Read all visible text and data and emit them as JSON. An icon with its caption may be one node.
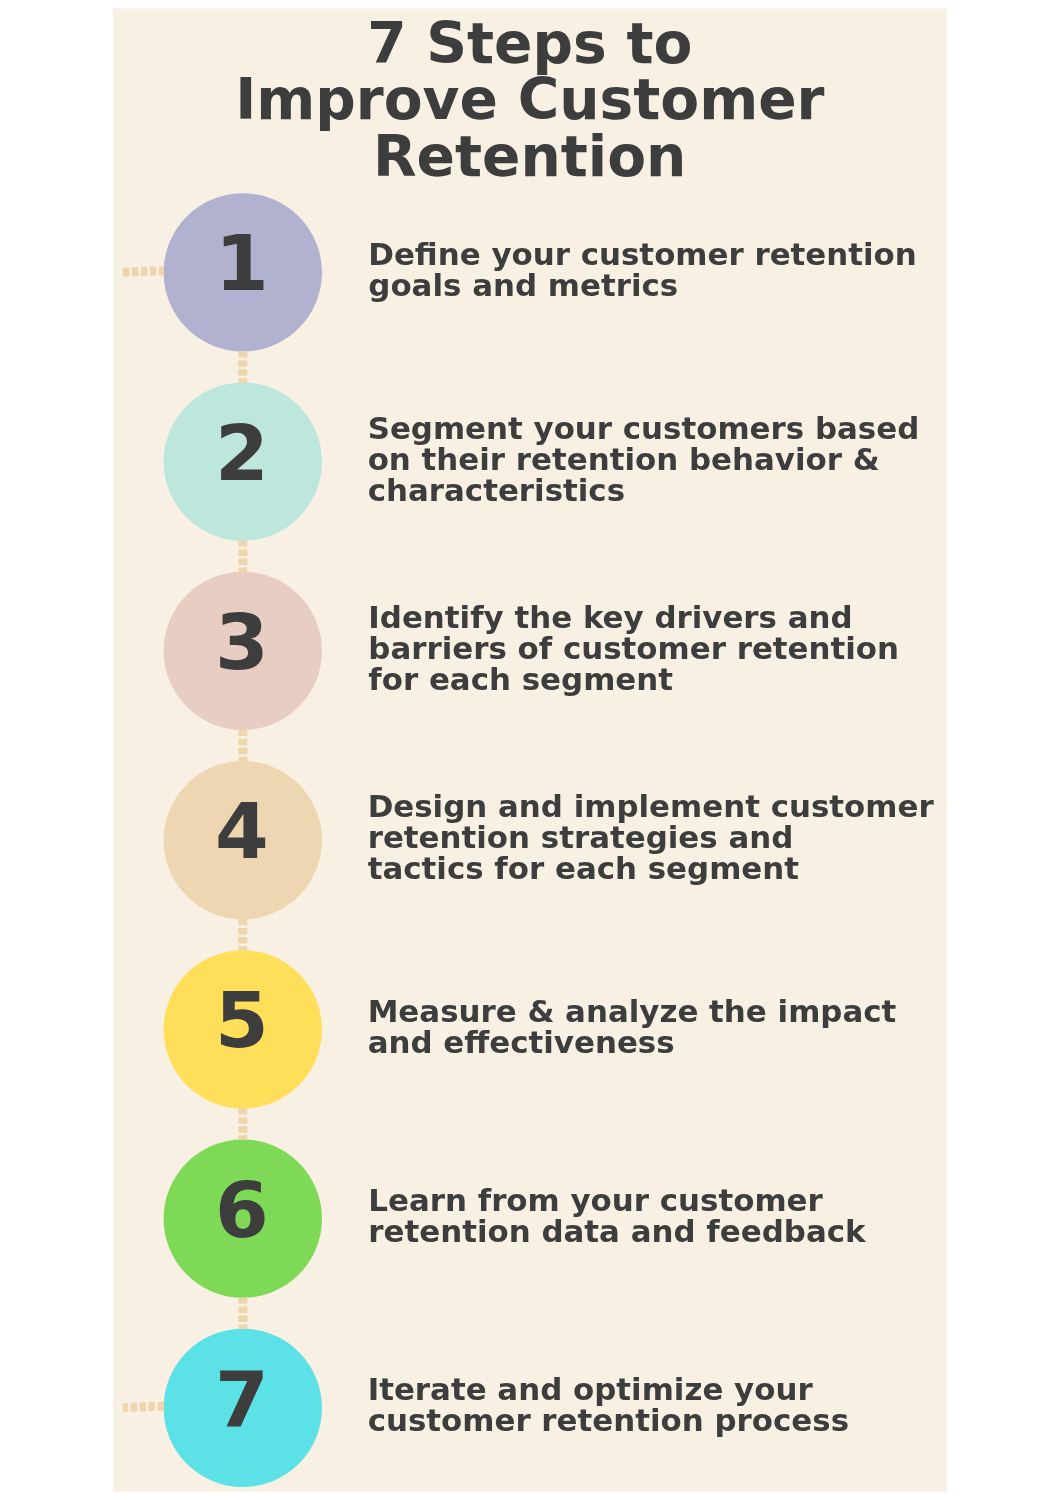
{
  "diagram": {
    "title": "7 Steps to Improve Customer Retention",
    "nodes": [
      {
        "text": [
          "1"
        ],
        "beside": [
          "Define your customer retention goals and metrics"
        ]
      },
      {
        "text": [
          "2"
        ],
        "beside": [
          "Segment your customers based on their retention behavior & characteristics"
        ]
      },
      {
        "text": [
          "3"
        ],
        "beside": [
          "Identify the key drivers and barriers of customer retention for each segment"
        ]
      },
      {
        "text": [
          "4"
        ],
        "beside": [
          "Design and implement customer retention strategies and tactics for each segment"
        ]
      },
      {
        "text": [
          "5"
        ],
        "beside": [
          "Measure & analyze the impact and effectiveness"
        ]
      },
      {
        "text": [
          "6"
        ],
        "beside": [
          "Learn from your customer retention data and feedback"
        ]
      },
      {
        "text": [
          "7"
        ],
        "beside": [
          "Iterate and optimize your customer retention process"
        ]
      }
    ],
    "edges": [
      {
        "from": null,
        "to": 0,
        "arrow": "none",
        "style": "dashed"
      },
      {
        "from": 0,
        "to": 1,
        "arrow": "none",
        "style": "dashed"
      },
      {
        "from": 1,
        "to": 2,
        "arrow": "none",
        "style": "dashed"
      },
      {
        "from": 2,
        "to": 3,
        "arrow": "none",
        "style": "dashed"
      },
      {
        "from": 3,
        "to": 4,
        "arrow": "none",
        "style": "dashed"
      },
      {
        "from": 4,
        "to": 5,
        "arrow": "none",
        "style": "dashed"
      },
      {
        "from": 5,
        "to": 6,
        "arrow": "none",
        "style": "dashed"
      },
      {
        "from": 6,
        "to": null,
        "arrow": "none",
        "style": "dashed"
      }
    ]
  }
}
